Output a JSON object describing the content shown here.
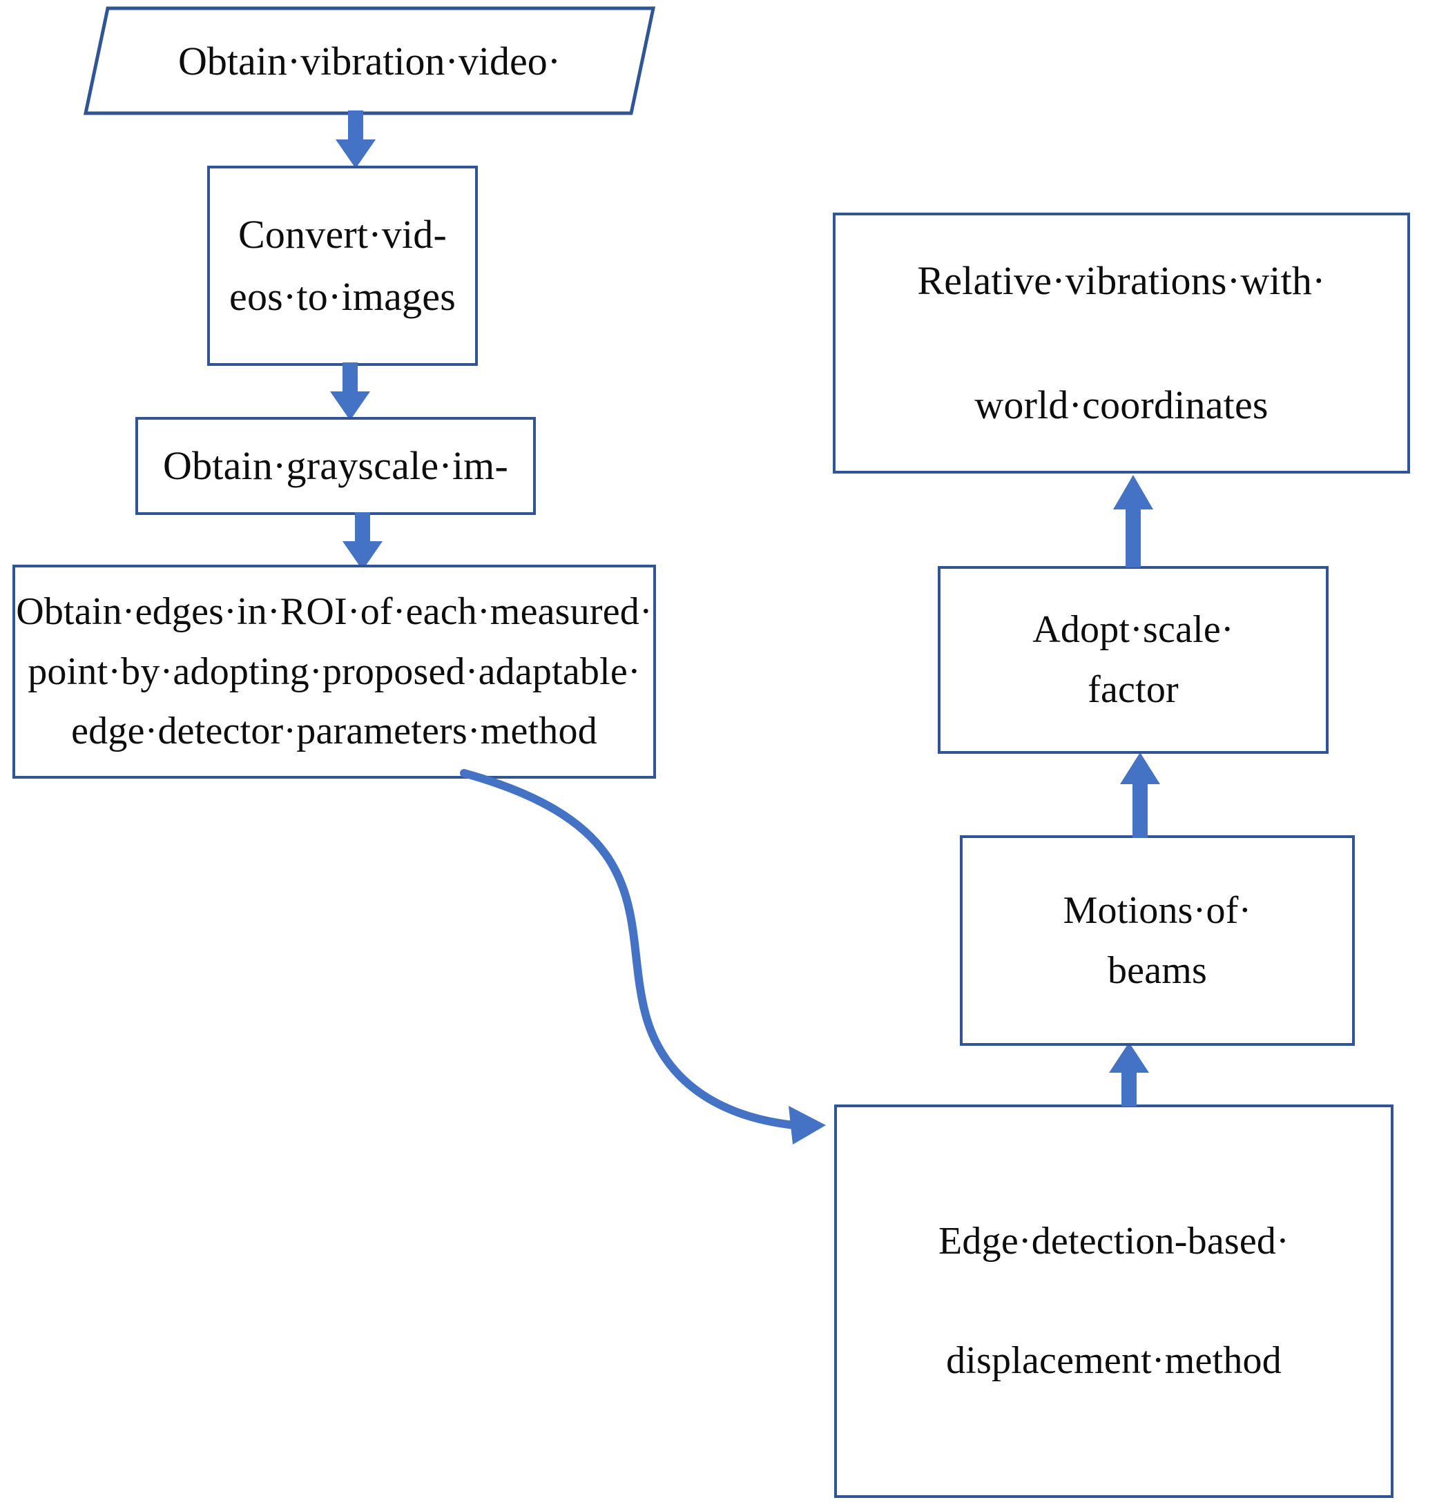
{
  "diagram": {
    "type": "flowchart",
    "title": "Vibration video measurement processing flowchart",
    "accent_color": "#2f5597",
    "arrow_color": "#4472c4",
    "text_color": "#0d0d0d",
    "background_color": "#ffffff"
  },
  "nodes": {
    "obtain_video": {
      "shape": "parallelogram",
      "text": "Obtain·vibration·video·"
    },
    "convert_videos": {
      "shape": "rectangle",
      "line1": "Convert·vid-",
      "line2": "eos·to·images"
    },
    "grayscale": {
      "shape": "rectangle",
      "text": "Obtain·grayscale·im-"
    },
    "edges_roi": {
      "shape": "rectangle",
      "line1": "Obtain·edges·in·ROI·of·each·measured·",
      "line2": "point·by·adopting·proposed·adaptable·",
      "line3": "edge·detector·parameters·method"
    },
    "edge_displacement": {
      "shape": "rectangle",
      "line1": "Edge·detection-based·",
      "line2": "displacement·method"
    },
    "motions_beams": {
      "shape": "rectangle",
      "line1": "Motions·of·",
      "line2": "beams"
    },
    "adopt_scale_factor": {
      "shape": "rectangle",
      "line1": "Adopt·scale·",
      "line2": "factor"
    },
    "relative_vibrations": {
      "shape": "rectangle",
      "line1": "Relative·vibrations·with·",
      "line2": "world·coordinates"
    }
  },
  "connectors": [
    {
      "name": "video-to-convert",
      "from": "obtain_video",
      "to": "convert_videos",
      "style": "block-arrow-down"
    },
    {
      "name": "convert-to-grayscale",
      "from": "convert_videos",
      "to": "grayscale",
      "style": "block-arrow-down"
    },
    {
      "name": "grayscale-to-edges",
      "from": "grayscale",
      "to": "edges_roi",
      "style": "block-arrow-down"
    },
    {
      "name": "edges-to-displacement",
      "from": "edges_roi",
      "to": "edge_displacement",
      "style": "curved-arrow"
    },
    {
      "name": "displacement-to-motions",
      "from": "edge_displacement",
      "to": "motions_beams",
      "style": "block-arrow-up"
    },
    {
      "name": "motions-to-scale",
      "from": "motions_beams",
      "to": "adopt_scale_factor",
      "style": "block-arrow-up"
    },
    {
      "name": "scale-to-relative",
      "from": "adopt_scale_factor",
      "to": "relative_vibrations",
      "style": "block-arrow-up"
    }
  ]
}
